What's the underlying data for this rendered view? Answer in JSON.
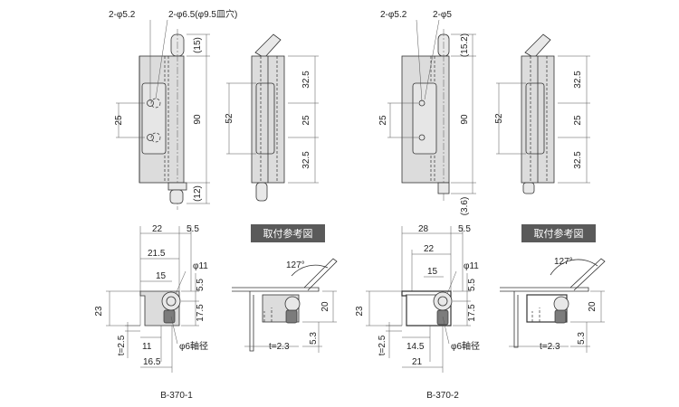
{
  "models": [
    {
      "name": "B-370-1",
      "front_top_left": "2-φ5.2",
      "front_top_right": "2-φ6.5(φ9.5皿穴)",
      "front_pitch": "25",
      "front_height": "90",
      "front_top_ext": "(15)",
      "front_bottom_ext": "(12)",
      "side_52": "52",
      "side_a": "32.5",
      "side_b": "25",
      "side_c": "32.5",
      "bottom_w1": "22",
      "bottom_w2": "5.5",
      "bottom_w3": "21.5",
      "bottom_w4": "15",
      "bottom_h_total": "23",
      "bottom_h1": "5.5",
      "bottom_h2": "17.5",
      "bottom_pin": "φ11",
      "bottom_t": "t=2.5",
      "bottom_11": "11",
      "bottom_shaft": "φ6軸径",
      "bottom_165": "16.5",
      "ref_title": "取付参考図",
      "ref_angle": "127°",
      "ref_20": "20",
      "ref_53": "5.3",
      "ref_t": "t=2.3"
    },
    {
      "name": "B-370-2",
      "front_top_left": "2-φ5.2",
      "front_top_right": "2-φ5",
      "front_pitch": "25",
      "front_height": "90",
      "front_top_ext": "(15.2)",
      "front_bottom_ext": "(3.6)",
      "side_52": "52",
      "side_a": "32.5",
      "side_b": "25",
      "side_c": "32.5",
      "bottom_w1": "28",
      "bottom_w2": "5.5",
      "bottom_w3": "22",
      "bottom_w4": "15",
      "bottom_h_total": "23",
      "bottom_h1": "5.5",
      "bottom_h2": "17.5",
      "bottom_pin": "φ11",
      "bottom_t": "t=2.5",
      "bottom_11": "14.5",
      "bottom_shaft": "φ6軸径",
      "bottom_165": "21",
      "ref_title": "取付参考図",
      "ref_angle": "127°",
      "ref_20": "20",
      "ref_53": "5.3",
      "ref_t": "t=2.3"
    }
  ]
}
